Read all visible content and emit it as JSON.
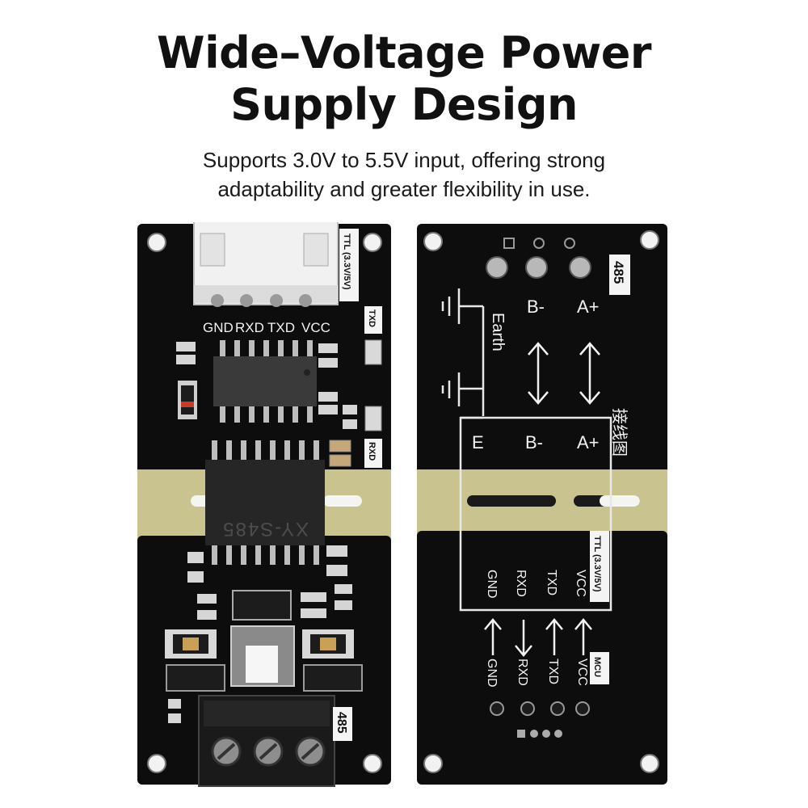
{
  "header": {
    "title_line1": "Wide–Voltage Power",
    "title_line2": "Supply Design",
    "subtitle_line1": "Supports 3.0V to 5.5V input, offering strong",
    "subtitle_line2": "adaptability and greater flexibility in use."
  },
  "front_board": {
    "ttl_label": "TTL (3.3V/5V)",
    "pins": [
      "GND",
      "RXD",
      "TXD",
      "VCC"
    ],
    "txd_led": "TXD",
    "rxd_led": "RXD",
    "chip_marking": "XY-S485",
    "port_label": "485"
  },
  "back_board": {
    "port_label": "485",
    "b_minus": "B-",
    "a_plus": "A+",
    "earth": "Earth",
    "wiring_title": "接线图",
    "box_e": "E",
    "box_b": "B-",
    "box_a": "A+",
    "ttl_label": "TTL (3.3V/5V)",
    "ttl_pins": [
      "GND",
      "RXD",
      "TXD",
      "VCC"
    ],
    "mcu_label": "MCU",
    "mcu_pins": [
      "GND",
      "RXD",
      "TXD",
      "VCC"
    ]
  }
}
